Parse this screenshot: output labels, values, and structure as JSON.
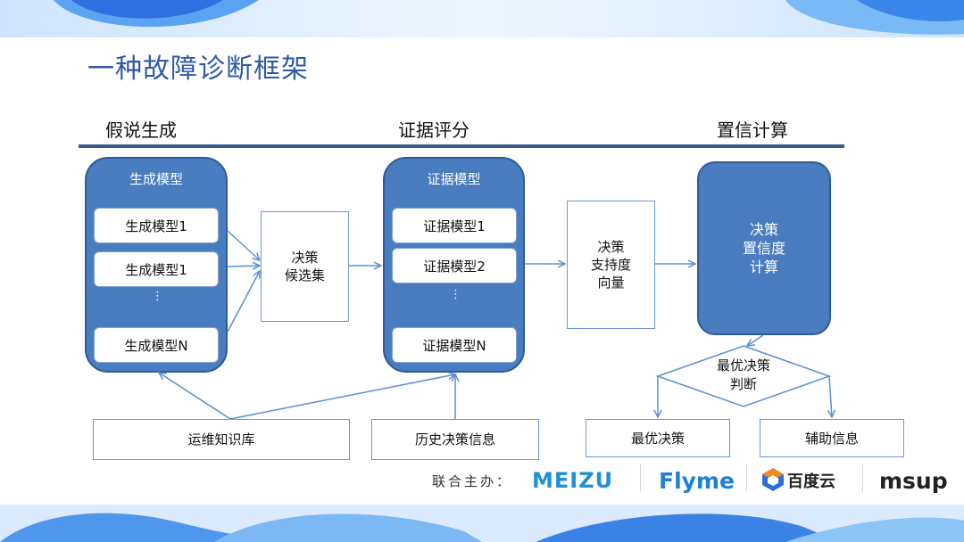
{
  "title": "一种故障诊断框架",
  "sections": [
    "假说生成",
    "证据评分",
    "置信计算"
  ],
  "generation_panel": {
    "title": "生成模型",
    "items": [
      "生成模型1",
      "生成模型1",
      "生成模型N"
    ],
    "ellipsis": "⋮"
  },
  "evidence_panel": {
    "title": "证据模型",
    "items": [
      "证据模型1",
      "证据模型2",
      "证据模型N"
    ],
    "ellipsis": "⋮"
  },
  "candidate_box": [
    "决策",
    "候选集"
  ],
  "support_box": [
    "决策",
    "支持度",
    "向量"
  ],
  "confidence_box": [
    "决策",
    "置信度",
    "计算"
  ],
  "decision_diamond": [
    "最优决策",
    "判断"
  ],
  "knowledge_base": "运维知识库",
  "history_info": "历史决策信息",
  "best_decision": "最优决策",
  "aux_info": "辅助信息",
  "footer": {
    "sponsor_label": "联合主办：",
    "sponsors": [
      "MEIZU",
      "Flyme",
      "百度云",
      "msup"
    ]
  },
  "colors": {
    "title": "#2f5aa8",
    "panel_fill": "#4a7cc0",
    "panel_border": "#2f5b97",
    "box_border": "#6f98cf",
    "divider": "#3d5a8f",
    "arrow": "#5b8fd0",
    "meizu": "#1e90d8",
    "flyme": "#1d7fd6"
  }
}
